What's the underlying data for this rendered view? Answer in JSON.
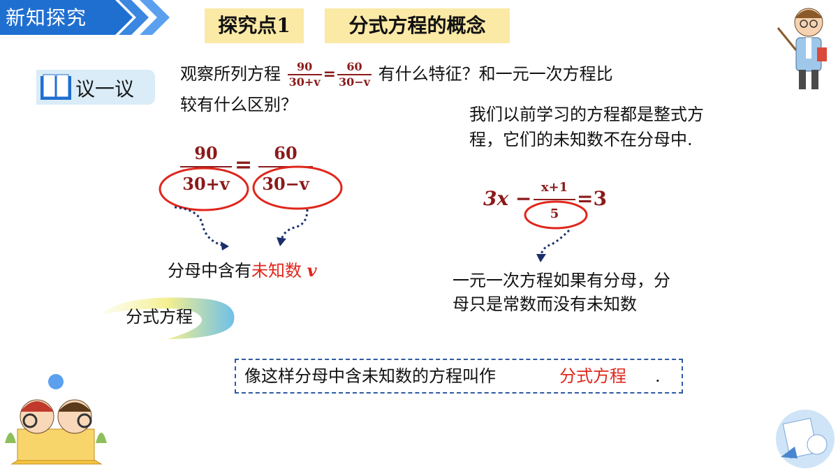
{
  "header": {
    "title": "新知探究"
  },
  "section": {
    "label": "探究点1",
    "topic": "分式方程的概念"
  },
  "discuss": {
    "label": "议一议"
  },
  "question": {
    "prefix": "观察所列方程",
    "frac1_num": "90",
    "frac1_den": "30+v",
    "eq": "=",
    "frac2_num": "60",
    "frac2_den": "30−v",
    "suffix_line1": "有什么特征？和一元一次方程比",
    "line2": "较有什么区别？"
  },
  "big_equation": {
    "num1": "90",
    "den1": "30+v",
    "eq": "=",
    "num2": "60",
    "den2": "30−v"
  },
  "note_unknown": {
    "prefix": "分母中含有",
    "highlight": "未知数",
    "var": "v"
  },
  "fractional_label": "分式方程",
  "right_text": {
    "line1": "我们以前学习的方程都是整式方",
    "line2": "程，它们的未知数不在分母中."
  },
  "linear_eq": {
    "left": "3x −",
    "num": "x+1",
    "den": "5",
    "right": "=3"
  },
  "linear_note": {
    "line1": "一元一次方程如果有分母，分",
    "line2": "母只是常数而没有未知数"
  },
  "definition": {
    "prefix": "像这样分母中含未知数的方程叫作",
    "term": "分式方程",
    "suffix": "."
  },
  "colors": {
    "header_blue": "#1f6fd1",
    "pill_yellow": "#fbe9a6",
    "math_red": "#8b1a1a",
    "highlight_red": "#e0261b",
    "box_border": "#2d5aa0"
  },
  "icons": [
    "book-icon",
    "teacher-illustration",
    "kids-illustration",
    "math-sticker"
  ]
}
